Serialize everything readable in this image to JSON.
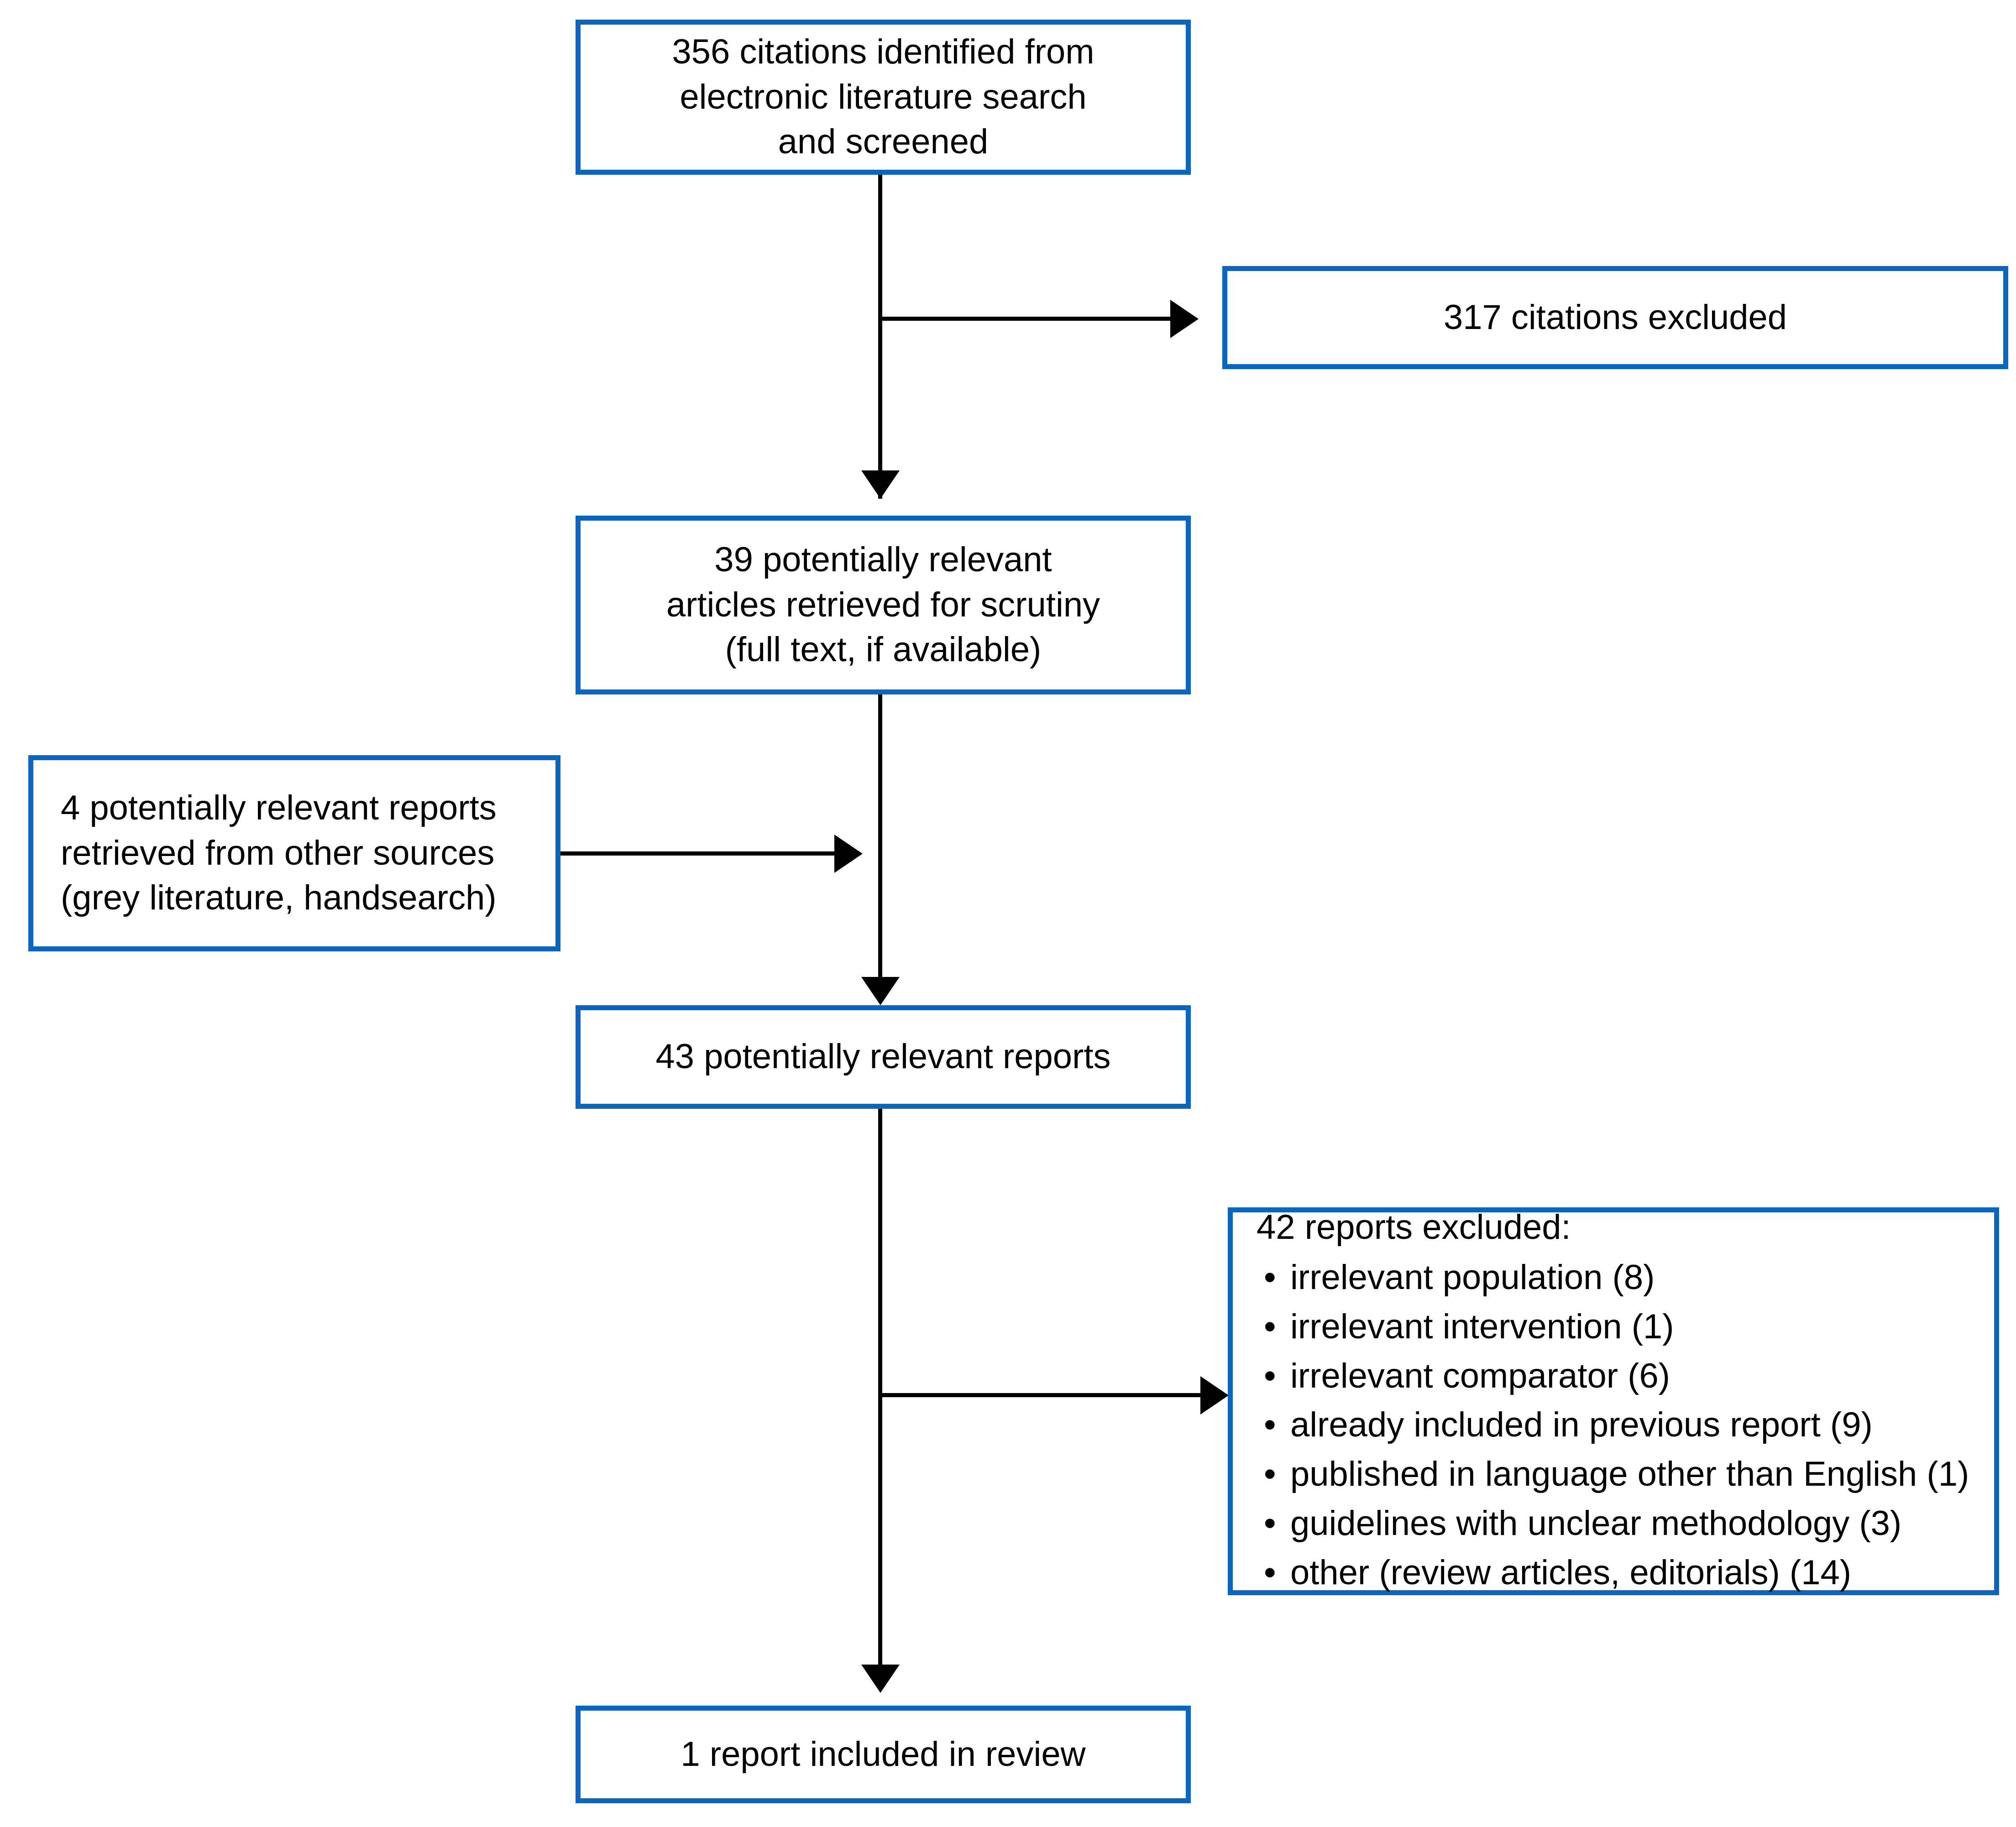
{
  "diagram": {
    "type": "prisma-study-selection-flow",
    "accent_color": "#0A66BD",
    "line_color": "#000000",
    "background_color": "#FFFFFF",
    "boxes": {
      "identified": {
        "label": "356 citations identified from\nelectronic literature search\nand screened",
        "count": "356"
      },
      "citations_excluded": {
        "label": "317 citations excluded",
        "count": "317"
      },
      "retrieved": {
        "label": "39 potentially relevant\narticles retrieved for scrutiny\n(full text, if available)",
        "count": "39"
      },
      "other_sources": {
        "label": "4 potentially relevant reports\nretrieved from other sources\n(grey literature, handsearch)",
        "count": "4"
      },
      "potentially_relevant": {
        "label": "43 potentially relevant reports",
        "count": "43"
      },
      "reports_excluded": {
        "title": "42 reports excluded:",
        "count": "42",
        "bullet_glyph": "•",
        "reasons": [
          "irrelevant population (8)",
          "irrelevant intervention (1)",
          "irrelevant comparator (6)",
          "already included in previous report (9)",
          "published in language other than English (1)",
          "guidelines with unclear methodology (3)",
          "other (review articles, editorials) (14)"
        ]
      },
      "included": {
        "label": "1 report included in review",
        "count": "1"
      }
    }
  }
}
